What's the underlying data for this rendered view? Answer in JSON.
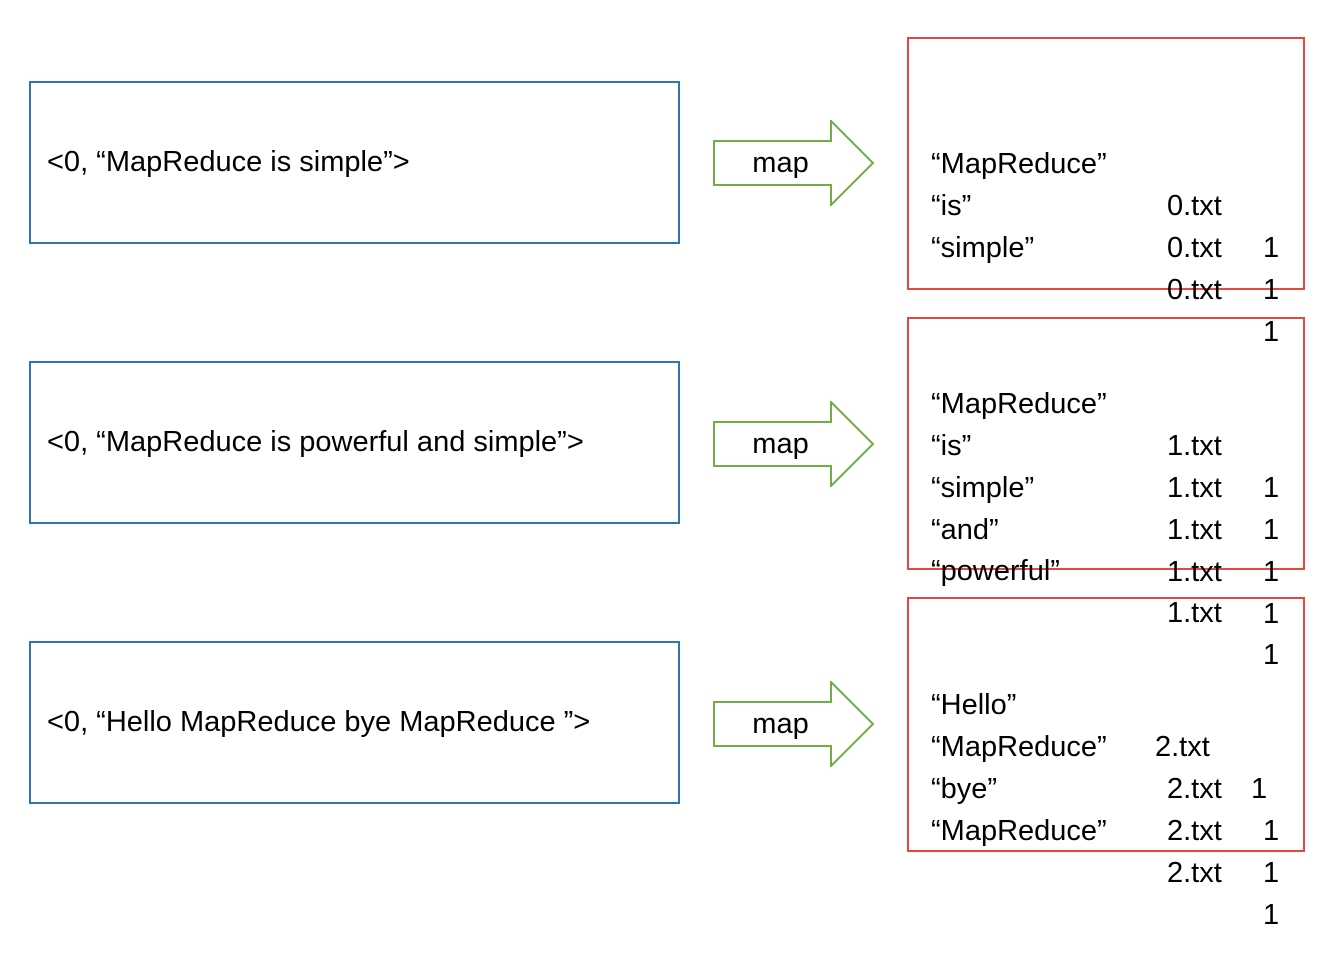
{
  "rows": [
    {
      "input": "<0, “MapReduce is simple”>",
      "arrow_label": "map",
      "outputs": [
        {
          "word": "“MapReduce”",
          "file": "0.txt",
          "count": "1"
        },
        {
          "word": "“is”",
          "file": "0.txt",
          "count": "1"
        },
        {
          "word": "“simple”",
          "file": "0.txt",
          "count": "1"
        }
      ]
    },
    {
      "input": "<0, “MapReduce is powerful and simple”>",
      "arrow_label": "map",
      "outputs": [
        {
          "word": "“MapReduce”",
          "file": "1.txt",
          "count": "1"
        },
        {
          "word": "“is”",
          "file": "1.txt",
          "count": "1"
        },
        {
          "word": "“simple”",
          "file": "1.txt",
          "count": "1"
        },
        {
          "word": "“and”",
          "file": "1.txt",
          "count": "1"
        },
        {
          "word": "“powerful”",
          "file": "1.txt",
          "count": "1"
        }
      ]
    },
    {
      "input": "<0, “Hello MapReduce bye MapReduce ”>",
      "arrow_label": "map",
      "outputs": [
        {
          "word": "“Hello”",
          "file": "2.txt",
          "count": "1"
        },
        {
          "word": "“MapReduce”",
          "file": "2.txt",
          "count": "1"
        },
        {
          "word": "“bye”",
          "file": "2.txt",
          "count": "1"
        },
        {
          "word": "“MapReduce”",
          "file": "2.txt",
          "count": "1"
        }
      ]
    }
  ],
  "colors": {
    "input_border": "#2e75b6",
    "arrow_stroke": "#70ad47",
    "output_border": "#e8473e"
  }
}
